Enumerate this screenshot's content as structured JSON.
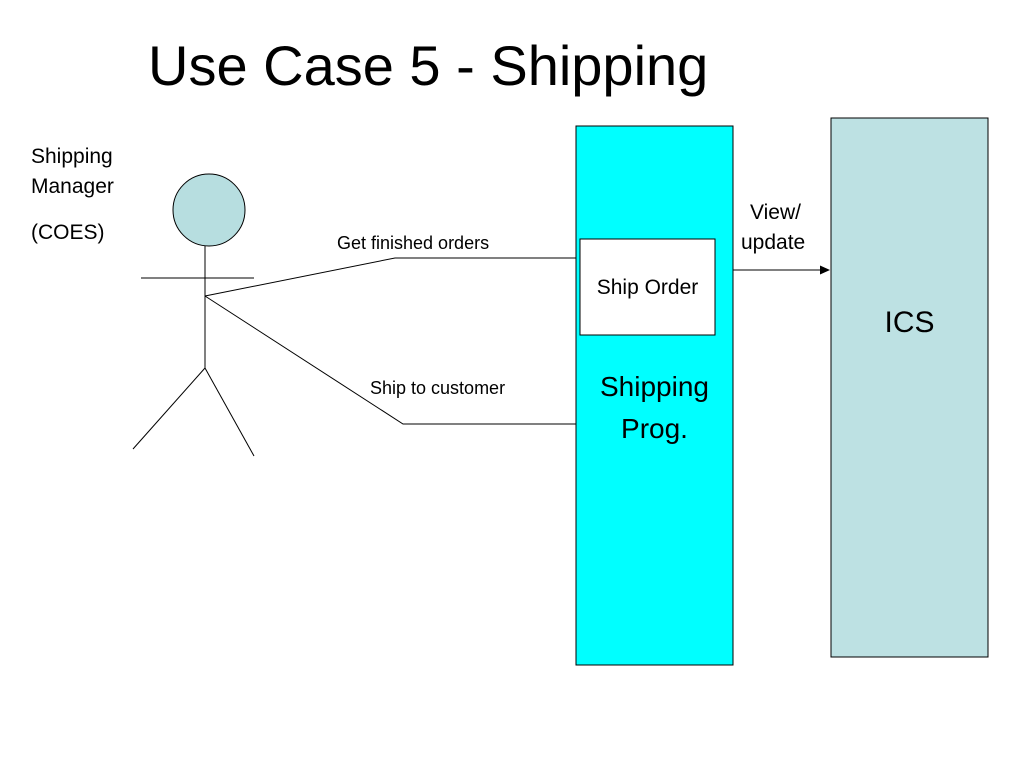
{
  "title": "Use Case 5 - Shipping",
  "actor": {
    "name_line1": "Shipping",
    "name_line2": "Manager",
    "role": "(COES)"
  },
  "use_case": {
    "label": "Ship Order"
  },
  "system": {
    "line1": "Shipping",
    "line2": "Prog."
  },
  "external": {
    "label": "ICS"
  },
  "edges": {
    "get_orders": "Get finished orders",
    "ship_customer": "Ship to customer",
    "view_update_line1": "View/",
    "view_update_line2": "update"
  },
  "colors": {
    "system_fill": "#00FFFF",
    "external_fill": "#BDE1E3",
    "actor_head_fill": "#B7DEE0"
  }
}
